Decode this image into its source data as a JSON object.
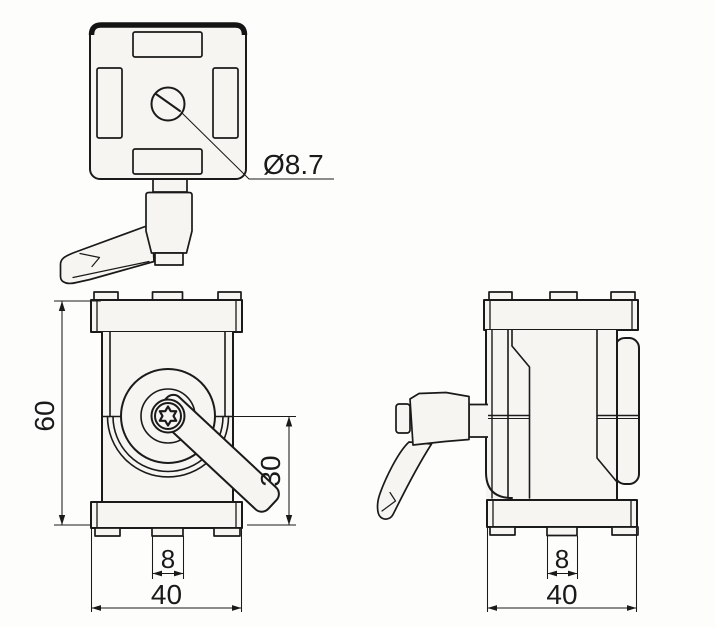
{
  "drawing": {
    "views": {
      "top": {
        "hole_label": "Ø8.7"
      },
      "front": {
        "dims": {
          "height": "60",
          "lever_offset": "30",
          "tab_width": "8",
          "width": "40"
        }
      },
      "side": {
        "dims": {
          "tab_width": "8",
          "width": "40"
        }
      }
    },
    "colors": {
      "line": "#1a1a1a",
      "fill": "#f6f5f2",
      "dim": "#1a1a1a",
      "background": "#fdfdfc"
    }
  }
}
